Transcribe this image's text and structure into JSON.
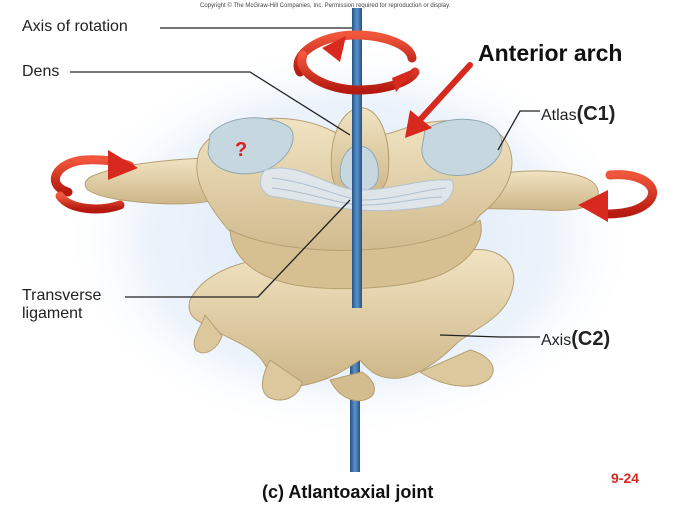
{
  "copyright": "Copyright © The McGraw-Hill Companies, Inc. Permission required for reproduction or display.",
  "labels": {
    "axis_of_rotation": "Axis of rotation",
    "dens": "Dens",
    "anterior_arch": "Anterior arch",
    "atlas": "Atlas",
    "atlas_code": "(C1)",
    "transverse_ligament_line1": "Transverse",
    "transverse_ligament_line2": "ligament",
    "axis": "Axis",
    "axis_code": "(C2)",
    "question_mark": "?"
  },
  "caption": "(c) Atlantoaxial joint",
  "page_number": "9-24",
  "colors": {
    "bone": "#e8d6ad",
    "bone_shadow": "#c9b283",
    "cartilage": "#c7d7df",
    "ligament": "#dfe8f0",
    "rod": "#3b6ea5",
    "arrow": "#d8291f",
    "glow": "#cfe0f5"
  },
  "icons": [
    "rotation-arrow-icon",
    "pointer-arrow-icon"
  ]
}
